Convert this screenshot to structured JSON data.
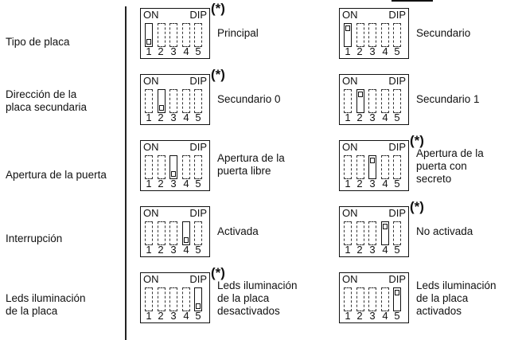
{
  "rows": [
    {
      "label": "Tipo de placa",
      "left": {
        "on": "ON",
        "dip": "DIP",
        "active": 1,
        "knob": "down",
        "star": "(*)",
        "caption": "Principal",
        "numbers": [
          "1",
          "2",
          "3",
          "4",
          "5"
        ]
      },
      "right": {
        "on": "ON",
        "dip": "DIP",
        "active": 1,
        "knob": "up",
        "star": "",
        "caption": "Secundario",
        "numbers": [
          "1",
          "2",
          "3",
          "4",
          "5"
        ]
      }
    },
    {
      "label": "Dirección de la\nplaca secundaria",
      "left": {
        "on": "ON",
        "dip": "DIP",
        "active": 2,
        "knob": "down",
        "star": "(*)",
        "caption": "Secundario 0",
        "numbers": [
          "1",
          "2",
          "3",
          "4",
          "5"
        ]
      },
      "right": {
        "on": "ON",
        "dip": "DIP",
        "active": 2,
        "knob": "up",
        "star": "",
        "caption": "Secundario 1",
        "numbers": [
          "1",
          "2",
          "3",
          "4",
          "5"
        ]
      }
    },
    {
      "label": "Apertura de la puerta",
      "left": {
        "on": "ON",
        "dip": "DIP",
        "active": 3,
        "knob": "down",
        "star": "",
        "caption": "Apertura de la\npuerta libre",
        "numbers": [
          "1",
          "2",
          "3",
          "4",
          "5"
        ]
      },
      "right": {
        "on": "ON",
        "dip": "DIP",
        "active": 3,
        "knob": "up",
        "star": "(*)",
        "caption": "Apertura de la\npuerta con\nsecreto",
        "numbers": [
          "1",
          "2",
          "3",
          "4",
          "5"
        ]
      }
    },
    {
      "label": "Interrupción",
      "left": {
        "on": "ON",
        "dip": "DIP",
        "active": 4,
        "knob": "down",
        "star": "",
        "caption": "Activada",
        "numbers": [
          "1",
          "2",
          "3",
          "4",
          "5"
        ]
      },
      "right": {
        "on": "ON",
        "dip": "DIP",
        "active": 4,
        "knob": "up",
        "star": "(*)",
        "caption": "No activada",
        "numbers": [
          "1",
          "2",
          "3",
          "4",
          "5"
        ]
      }
    },
    {
      "label": "Leds iluminación\nde la placa",
      "left": {
        "on": "ON",
        "dip": "DIP",
        "active": 5,
        "knob": "down",
        "star": "(*)",
        "caption": "Leds iluminación\nde la placa\ndesactivados",
        "numbers": [
          "1",
          "2",
          "3",
          "4",
          "5"
        ]
      },
      "right": {
        "on": "ON",
        "dip": "DIP",
        "active": 5,
        "knob": "up",
        "star": "",
        "caption": "Leds iluminación\nde la placa\nactivados",
        "numbers": [
          "1",
          "2",
          "3",
          "4",
          "5"
        ]
      }
    }
  ]
}
